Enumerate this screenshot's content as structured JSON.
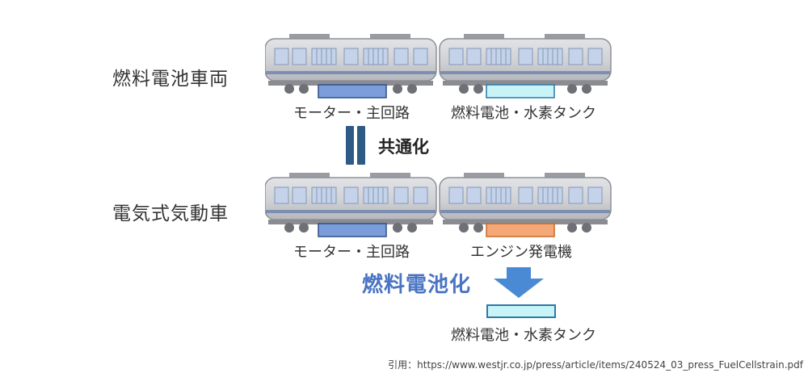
{
  "rows": {
    "fuel_cell": {
      "label": "燃料電池車両",
      "car1_caption": "モーター・主回路",
      "car2_caption": "燃料電池・水素タンク"
    },
    "common": {
      "label": "共通化"
    },
    "diesel_electric": {
      "label": "電気式気動車",
      "car1_caption": "モーター・主回路",
      "car2_caption": "エンジン発電機"
    }
  },
  "conversion": {
    "label": "燃料電池化",
    "result_caption": "燃料電池・水素タンク"
  },
  "citation": "引用：https://www.westjr.co.jp/press/article/items/240524_03_press_FuelCellstrain.pdf",
  "colors": {
    "motor_box": "#7b9edb",
    "fuel_cell_box": "#c8f4f8",
    "engine_box": "#f5a877",
    "arrow": "#4a8ad4",
    "equals": "#2e5b86",
    "conversion_text": "#4a74c2"
  }
}
